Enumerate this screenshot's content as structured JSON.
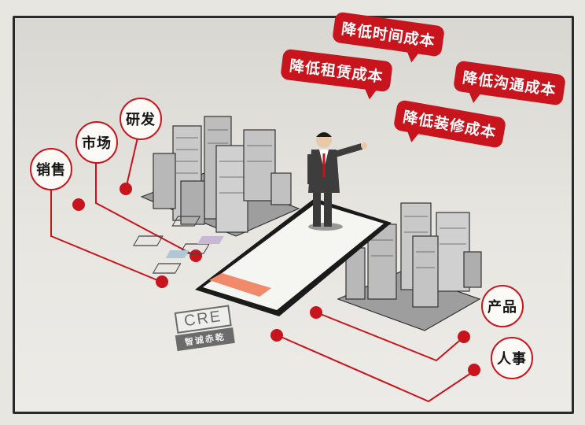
{
  "left_circles": [
    {
      "label": "销售"
    },
    {
      "label": "市场"
    },
    {
      "label": "研发"
    }
  ],
  "right_circles": [
    {
      "label": "产品"
    },
    {
      "label": "人事"
    }
  ],
  "bubbles": [
    {
      "text": "降低时间成本"
    },
    {
      "text": "降低租赁成本"
    },
    {
      "text": "降低沟通成本"
    },
    {
      "text": "降低装修成本"
    }
  ],
  "logo": {
    "main": "CRE",
    "sub": "智诚赤乾"
  },
  "colors": {
    "accent": "#c8141c",
    "ink": "#2a2a2a",
    "building": "#bdbdbd"
  }
}
